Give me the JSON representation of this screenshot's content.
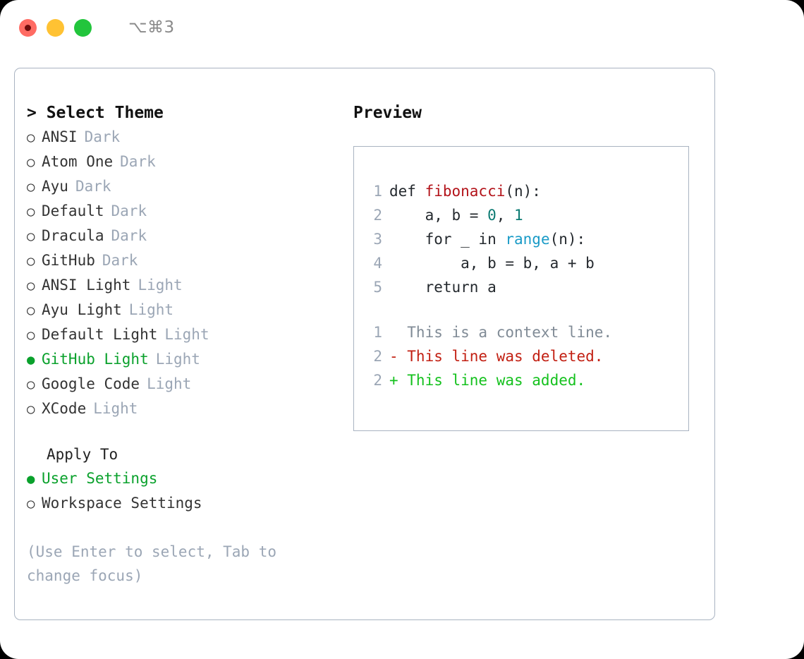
{
  "titlebar": {
    "shortcut": "⌥⌘3",
    "buttons": [
      {
        "name": "close",
        "color": "#ff6b63"
      },
      {
        "name": "minimize",
        "color": "#ffc233"
      },
      {
        "name": "maximize",
        "color": "#22c53c"
      }
    ]
  },
  "left": {
    "header": "> Select Theme",
    "themes": [
      {
        "bullet": "○",
        "name": "ANSI",
        "tag": "Dark",
        "selected": false
      },
      {
        "bullet": "○",
        "name": "Atom One",
        "tag": "Dark",
        "selected": false
      },
      {
        "bullet": "○",
        "name": "Ayu",
        "tag": "Dark",
        "selected": false
      },
      {
        "bullet": "○",
        "name": "Default",
        "tag": "Dark",
        "selected": false
      },
      {
        "bullet": "○",
        "name": "Dracula",
        "tag": "Dark",
        "selected": false
      },
      {
        "bullet": "○",
        "name": "GitHub",
        "tag": "Dark",
        "selected": false
      },
      {
        "bullet": "○",
        "name": "ANSI Light",
        "tag": "Light",
        "selected": false
      },
      {
        "bullet": "○",
        "name": "Ayu Light",
        "tag": "Light",
        "selected": false
      },
      {
        "bullet": "○",
        "name": "Default Light",
        "tag": "Light",
        "selected": false
      },
      {
        "bullet": "●",
        "name": "GitHub Light",
        "tag": "Light",
        "selected": true
      },
      {
        "bullet": "○",
        "name": "Google Code",
        "tag": "Light",
        "selected": false
      },
      {
        "bullet": "○",
        "name": "XCode",
        "tag": "Light",
        "selected": false
      }
    ],
    "apply_heading": "Apply To",
    "apply_options": [
      {
        "bullet": "●",
        "label": "User Settings",
        "selected": true
      },
      {
        "bullet": "○",
        "label": "Workspace Settings",
        "selected": false
      }
    ],
    "hint": "(Use Enter to select, Tab to change focus)"
  },
  "right": {
    "header": "Preview",
    "code_lines": [
      {
        "num": "1",
        "tokens": [
          {
            "t": "def ",
            "c": "kw"
          },
          {
            "t": "fibonacci",
            "c": "fn"
          },
          {
            "t": "(n):",
            "c": "plain"
          }
        ]
      },
      {
        "num": "2",
        "tokens": [
          {
            "t": "    a, b = ",
            "c": "plain"
          },
          {
            "t": "0",
            "c": "num"
          },
          {
            "t": ", ",
            "c": "plain"
          },
          {
            "t": "1",
            "c": "num"
          }
        ]
      },
      {
        "num": "3",
        "tokens": [
          {
            "t": "    for _ in ",
            "c": "plain"
          },
          {
            "t": "range",
            "c": "call"
          },
          {
            "t": "(n):",
            "c": "plain"
          }
        ]
      },
      {
        "num": "4",
        "tokens": [
          {
            "t": "        a, b = b, a + b",
            "c": "plain"
          }
        ]
      },
      {
        "num": "5",
        "tokens": [
          {
            "t": "    return a",
            "c": "plain"
          }
        ]
      }
    ],
    "diff_lines": [
      {
        "num": "1",
        "text": "  This is a context line.",
        "kind": "ctx"
      },
      {
        "num": "2",
        "text": "- This line was deleted.",
        "kind": "del"
      },
      {
        "num": "2",
        "text": "+ This line was added.",
        "kind": "add"
      }
    ]
  },
  "colors": {
    "accent_green": "#0aa12c",
    "muted": "#9ba6b5",
    "border": "#a9b3c1",
    "code_fn": "#b3131a",
    "code_num": "#0b7a72",
    "code_call": "#1a9bc7",
    "diff_del": "#c21f12",
    "diff_add": "#14c11d"
  }
}
